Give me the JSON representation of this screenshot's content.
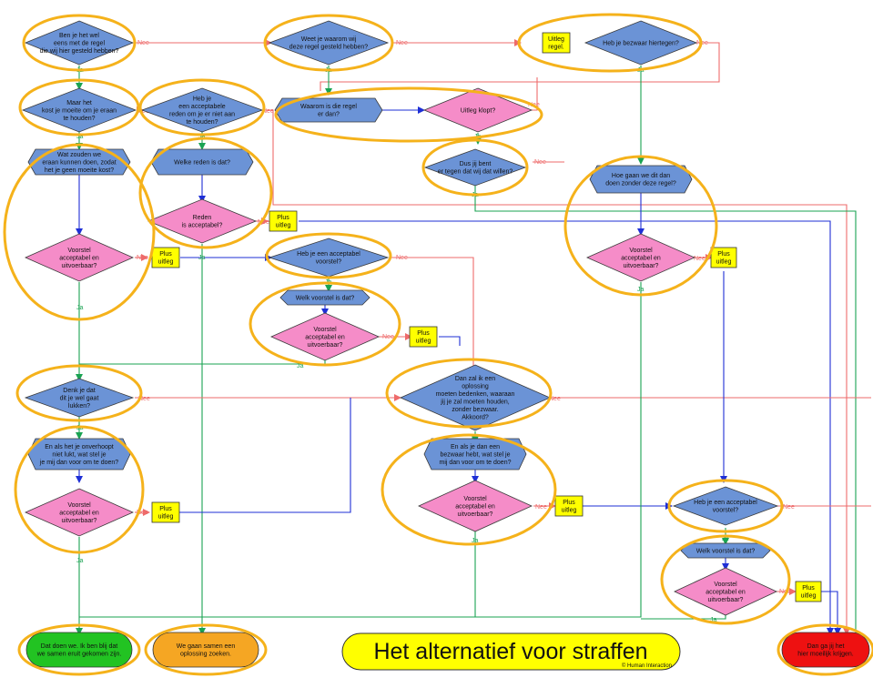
{
  "title": "Het alternatief voor straffen",
  "copyright": "© Human Interaction",
  "edge_labels": {
    "no": "Nee",
    "yes": "Ja"
  },
  "nodes": {
    "q_agree_rule": "Ben je het wel eens met de regel die wij hier gesteld hebben?",
    "q_know_why": "Weet je waarom wij deze regel gesteld hebben?",
    "q_objection": "Heb je bezwaar hiertegen?",
    "q_hard": "Maar het kost je moeite om je eraan te houden?",
    "q_reason_not": "Heb je een acceptabele reden om je er niet aan te houden?",
    "h_why_rule": "Waarom is die regel er dan?",
    "q_expl_right": "Uitleg klopt?",
    "h_what_do": "Wat zouden we eraan kunnen doen, zodat het je geen moeite kost?",
    "h_which_reason": "Welke reden is dat?",
    "q_so_against": "Dus jij bent er tegen dat wij dat willen?",
    "h_how_without": "Hoe gaan we dit dan doen zonder deze regel?",
    "q_reason_ok": "Reden is acceptabel?",
    "q_prop1": "Voorstel acceptabel en uitvoerbaar?",
    "q_has_prop": "Heb je een acceptabel voorstel?",
    "q_prop_right": "Voorstel acceptabel en uitvoerbaar?",
    "h_which_prop": "Welk voorstel is dat?",
    "q_prop_mid": "Voorstel acceptabel en uitvoerbaar?",
    "q_think_success": "Denk je dat dit je wel gaat lukken?",
    "q_own_solution": "Dan zal ik een oplossing moeten bedenken, waaraan jij je zal moeten houden, zonder bezwaar. Akkoord?",
    "h_if_overwhelmed": "En als het je onverhoopt niet lukt, wat stel je je mij dan voor om te doen?",
    "h_if_objection": "En als je dan een bezwaar hebt, wat stel je mij dan voor om te doen?",
    "q_prop_left_bottom": "Voorstel acceptabel en uitvoerbaar?",
    "q_prop_center_bottom": "Voorstel acceptabel en uitvoerbaar?",
    "q_has_prop_br": "Heb je een acceptabel voorstel?",
    "h_which_prop_br": "Welk voorstel is dat?",
    "q_prop_br": "Voorstel acceptabel en uitvoerbaar?",
    "end_done": "Dat doen we. Ik ben blij dat we samen eruit gekomen zijn.",
    "end_together": "We gaan samen een oplossing zoeken.",
    "end_difficult": "Dan ga jij het hier moeilijk krijgen."
  },
  "notes": {
    "uitleg": "Uitleg regel.",
    "plus": "Plus uitleg"
  },
  "colors": {
    "decision_blue": "#6b93d6",
    "decision_pink": "#f58cc8",
    "ring": "#f5b21b",
    "no_arrow": "#ee6b6b",
    "yes_arrow": "#1aa352",
    "flow_arrow": "#1e2fd6",
    "end_green": "#22c322",
    "end_orange": "#f5a623",
    "end_red": "#ee1111",
    "note_yellow": "#ffff00"
  }
}
